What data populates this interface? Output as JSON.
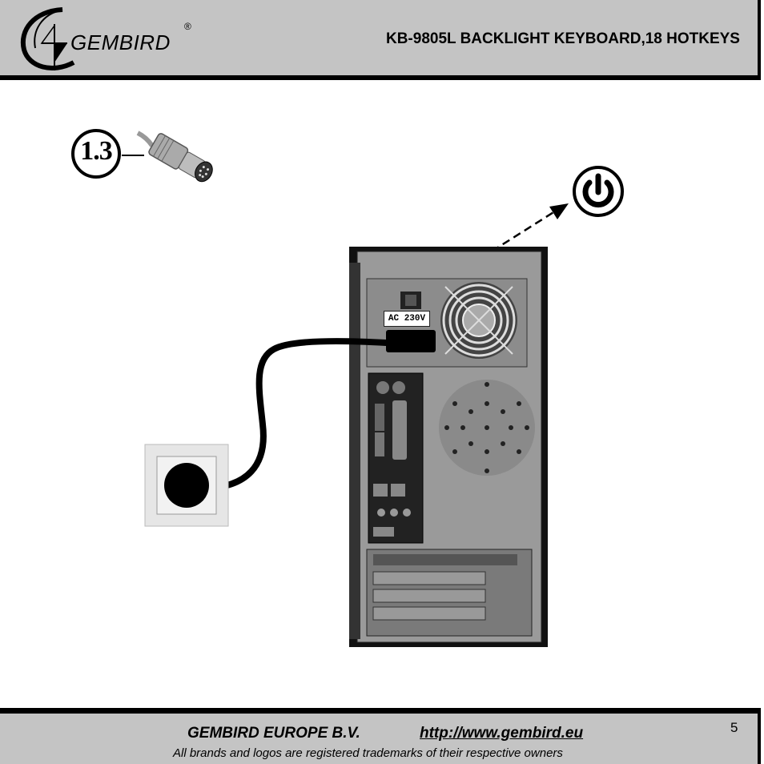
{
  "header": {
    "logo_text": "GEMBIRD",
    "logo_registered": "®",
    "title": "KB-9805L BACKLIGHT KEYBOARD,18 HOTKEYS"
  },
  "diagram": {
    "step_label": "1.3",
    "psu_label": "AC 230V",
    "icons": [
      "ps2-connector-icon",
      "power-icon",
      "computer-tower-rear",
      "wall-socket",
      "power-cable"
    ]
  },
  "footer": {
    "company": "GEMBIRD EUROPE B.V.",
    "website": "http://www.gembird.eu",
    "trademark": "All brands and logos are registered trademarks of their respective owners",
    "page_number": "5"
  }
}
